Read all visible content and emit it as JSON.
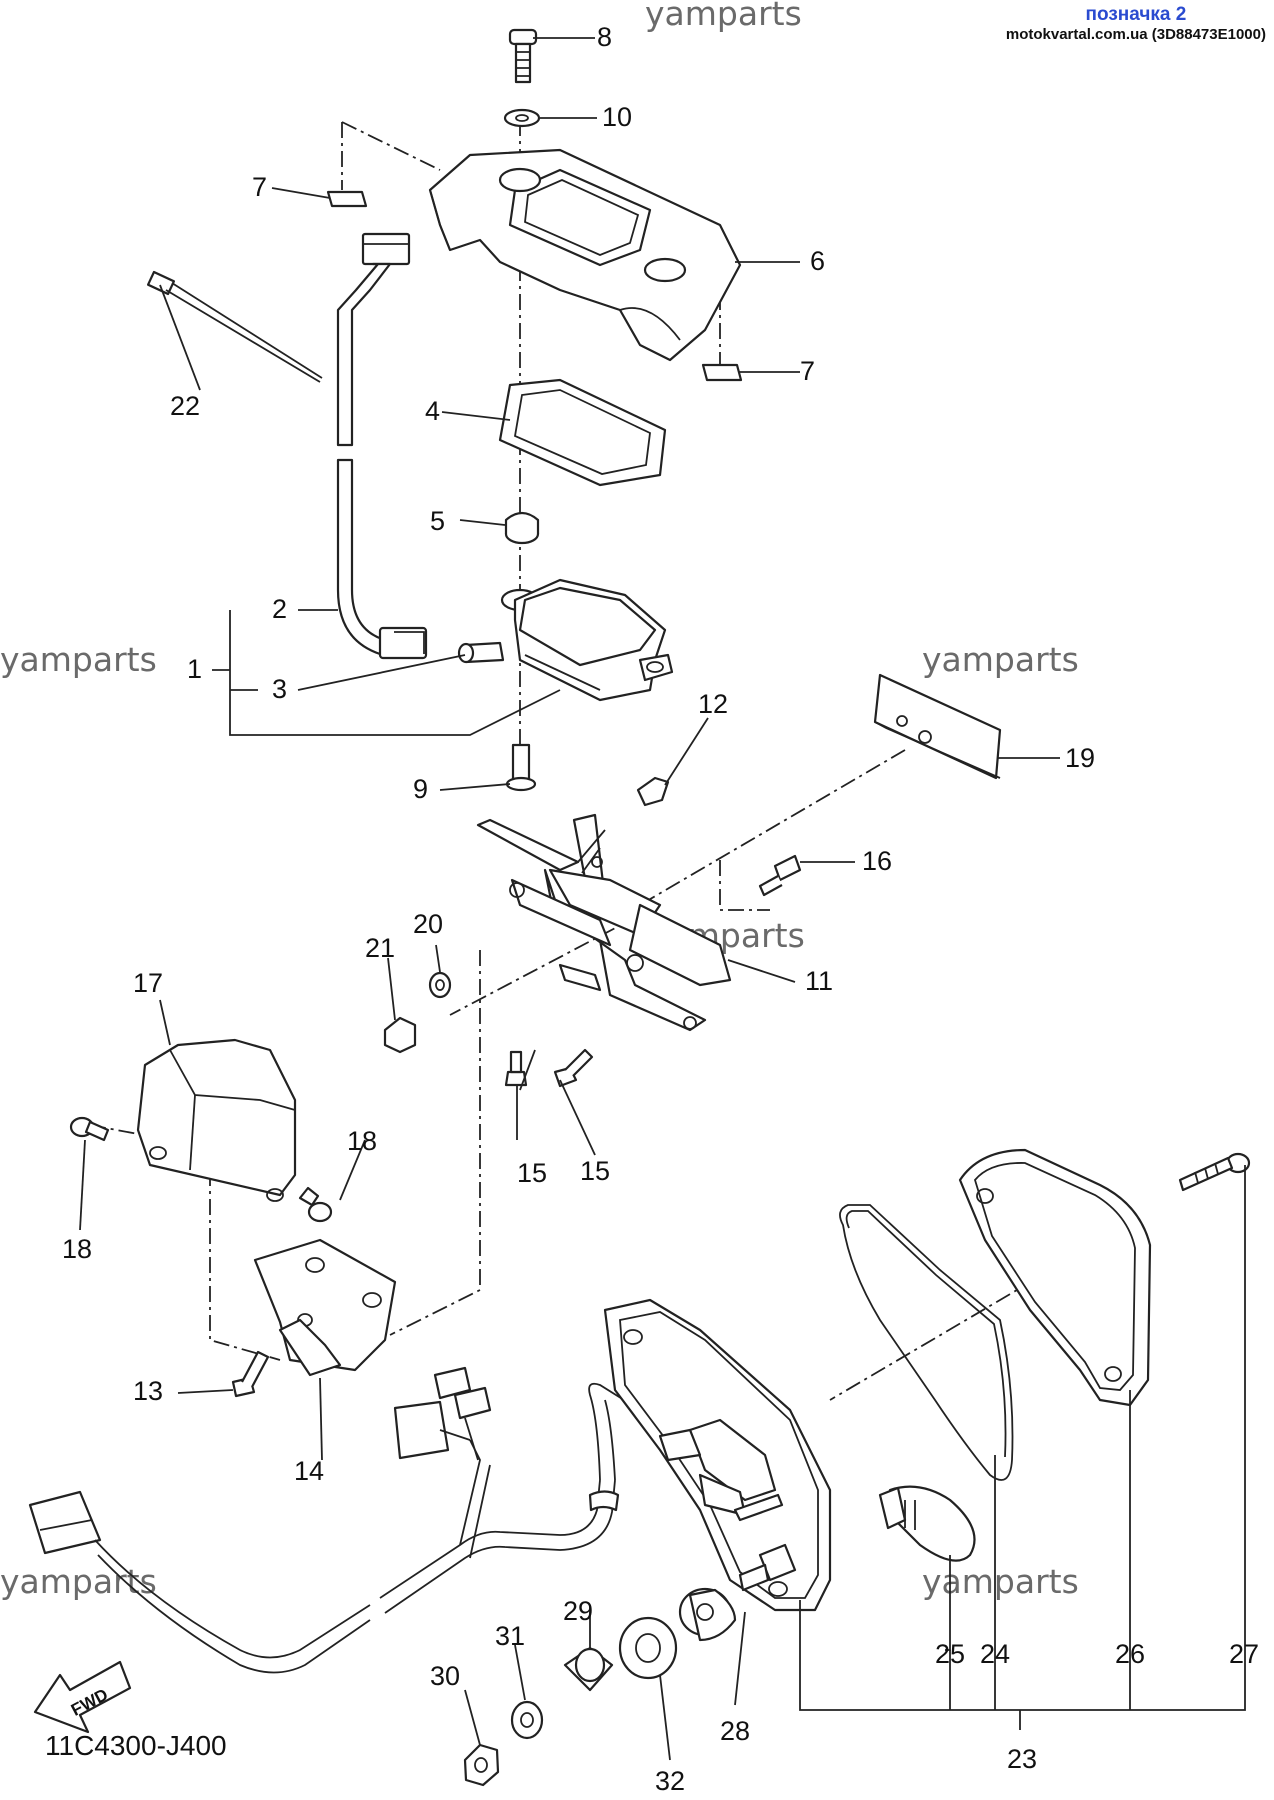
{
  "header": {
    "badge_title": "позначка 2",
    "badge_source": "motokvartal.com.ua (3D88473E1000)"
  },
  "watermarks": [
    "yamparts",
    "yamparts",
    "yamparts",
    "yamparts",
    "yamparts",
    "yamparts"
  ],
  "diagram_code": "11C4300-J400",
  "fwd_label": "FWD",
  "callouts": {
    "p1": "1",
    "p2": "2",
    "p3": "3",
    "p4": "4",
    "p5": "5",
    "p6": "6",
    "p7a": "7",
    "p7b": "7",
    "p8": "8",
    "p9": "9",
    "p10": "10",
    "p11": "11",
    "p12": "12",
    "p13": "13",
    "p14": "14",
    "p15a": "15",
    "p15b": "15",
    "p16": "16",
    "p17": "17",
    "p18a": "18",
    "p18b": "18",
    "p19": "19",
    "p20": "20",
    "p21": "21",
    "p22": "22",
    "p23": "23",
    "p24": "24",
    "p25": "25",
    "p26": "26",
    "p27": "27",
    "p28": "28",
    "p29": "29",
    "p30": "30",
    "p31": "31",
    "p32": "32"
  }
}
